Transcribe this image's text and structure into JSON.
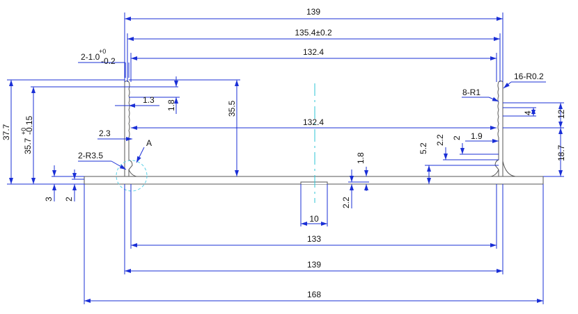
{
  "colors": {
    "dimension": "#1a2fd6",
    "profile": "#555555",
    "centerline": "#2ec4d6",
    "detail_circle": "#5ad0e6"
  },
  "labels": {
    "w139_top": "139",
    "w135_4": "135.4±0.2",
    "w132_4_top": "132.4",
    "tol_base": "2-1.0",
    "tol_upper": "+0",
    "tol_lower": "-0.2",
    "r16": "16-R0.2",
    "r8": "8-R1",
    "d1_3": "1.3",
    "d1_8_left": "1.8",
    "d35_5": "35.5",
    "d132_4_mid": "132.4",
    "d2_3": "2.3",
    "r2_3_5": "2-R3.5",
    "detail_a": "A",
    "h37_7": "37.7",
    "h35_7": "35.7",
    "h35_7_upper": "+0",
    "h35_7_lower": "-0.15",
    "d3": "3",
    "d2_left": "2",
    "d4": "4",
    "d12": "12",
    "d18_7": "18.7",
    "d1_9": "1.9",
    "d5_2": "5.2",
    "d2_2_right": "2.2",
    "d2_right": "2",
    "d1_8_center": "1.8",
    "d2_2_center": "2.2",
    "w10": "10",
    "w133": "133",
    "w139_bottom": "139",
    "w168": "168"
  }
}
